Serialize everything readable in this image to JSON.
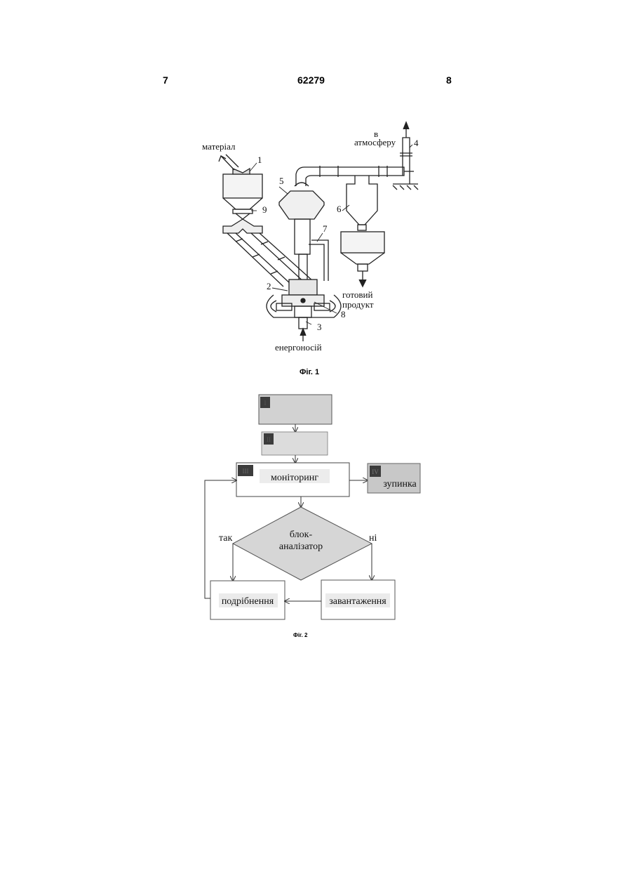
{
  "header": {
    "page_left": "7",
    "patent_number": "62279",
    "page_right": "8"
  },
  "fig1": {
    "label_material": "матеріал",
    "label_atmosphere_1": "в",
    "label_atmosphere_2": "атмосферу",
    "label_product_1": "готовий",
    "label_product_2": "продукт",
    "label_energy": "енергоносій",
    "callouts": [
      "1",
      "2",
      "3",
      "4",
      "5",
      "6",
      "7",
      "8",
      "9"
    ],
    "caption": "Фіг. 1"
  },
  "fig2": {
    "box_I_badge": "I",
    "box_II_badge": "II",
    "box_III_badge": "III",
    "box_III_label": "моніторинг",
    "box_IV_badge": "IV",
    "box_IV_label": "зупинка",
    "diamond_line1": "блок-",
    "diamond_line2": "аналізатор",
    "branch_yes": "так",
    "branch_no": "ні",
    "box_crushing": "подрібнення",
    "box_loading": "завантаження",
    "caption": "Фіг. 2"
  },
  "colors": {
    "box_fill": "#d2d2d2",
    "badge_fill": "#3c3c3c",
    "line": "#333333"
  }
}
